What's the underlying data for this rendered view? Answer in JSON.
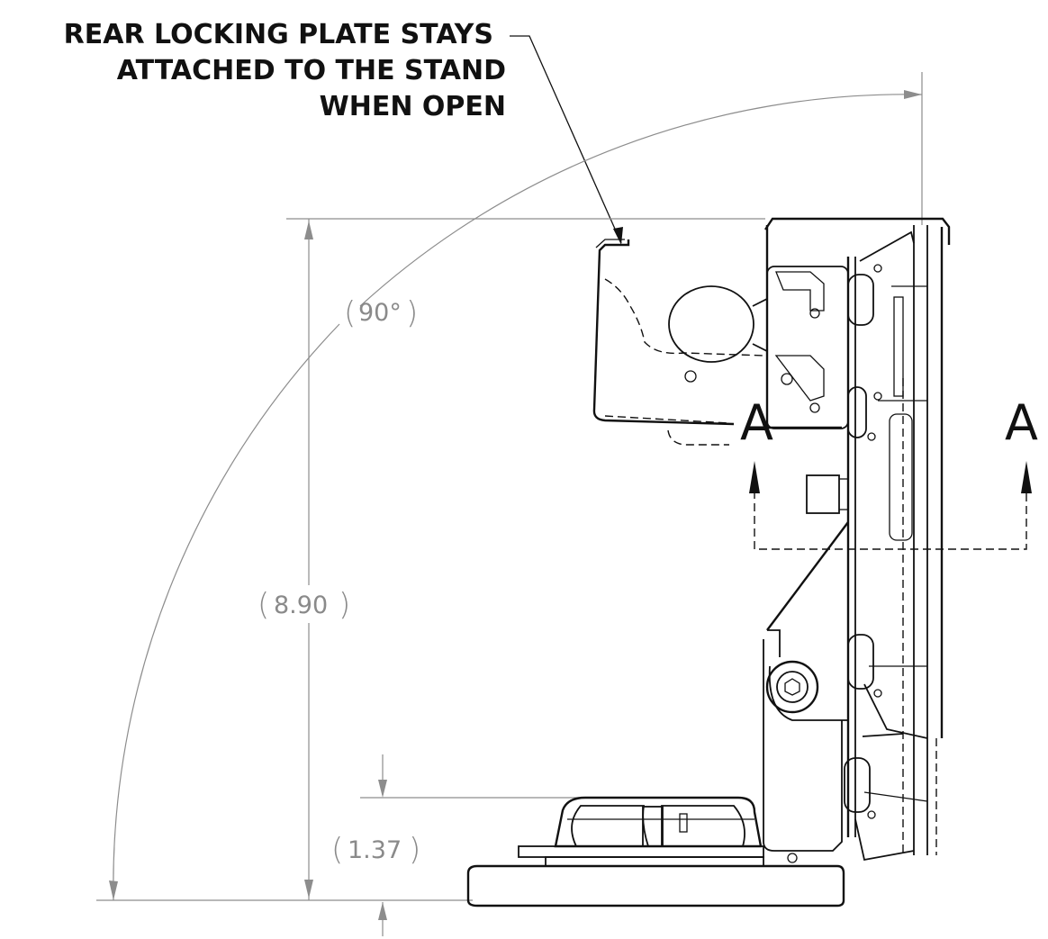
{
  "callout": {
    "line1": "REAR LOCKING PLATE STAYS",
    "line2": "ATTACHED TO THE STAND",
    "line3": "WHEN OPEN"
  },
  "dimensions": {
    "angle": "90°",
    "height": "8.90",
    "base_height": "1.37"
  },
  "section": {
    "left_label": "A",
    "right_label": "A"
  }
}
